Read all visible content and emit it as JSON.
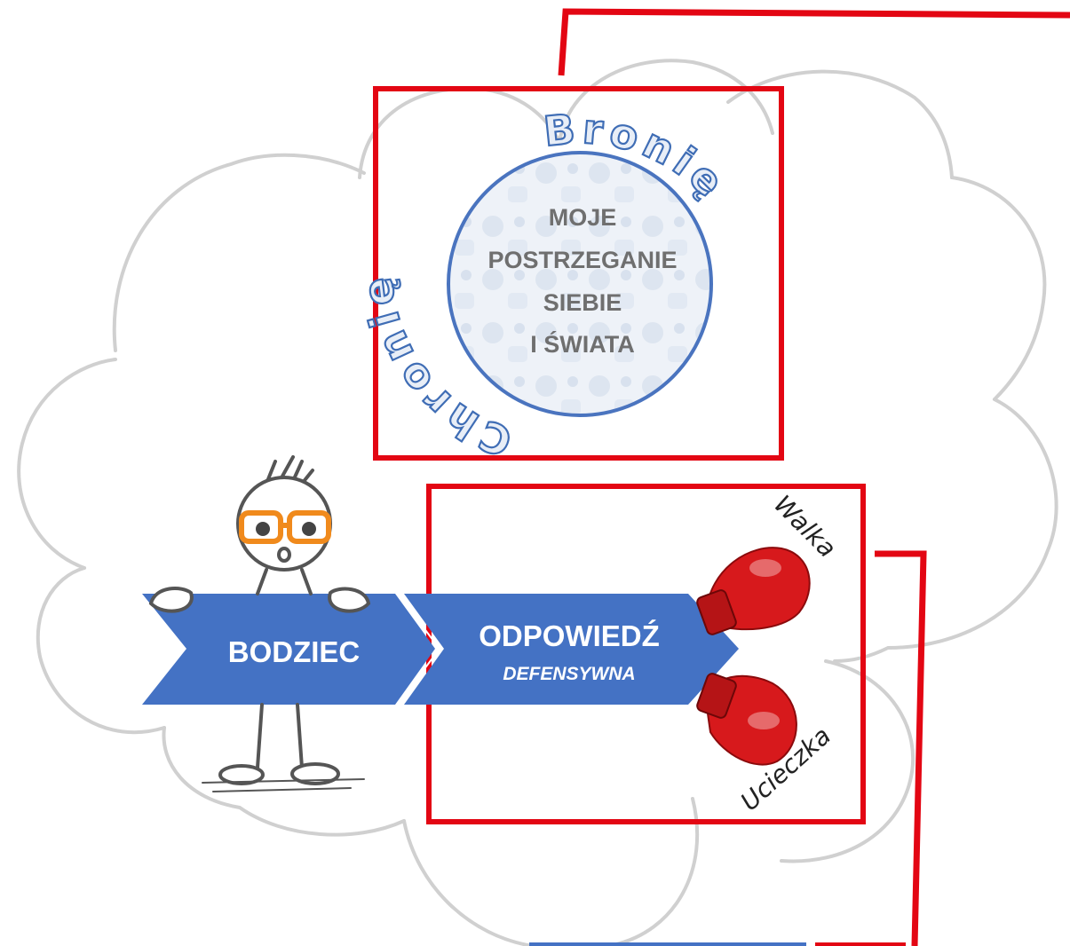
{
  "circle": {
    "center_lines": [
      "MOJE",
      "POSTRZEGANIE",
      "SIEBIE",
      "I ŚWIATA"
    ],
    "arc_right": "Bronię",
    "arc_left": "Chronię"
  },
  "arrow": {
    "stimulus": "BODZIEC",
    "response": "ODPOWIEDŹ",
    "response_sub": "DEFENSYWNA"
  },
  "gloves": {
    "top_label": "Walka",
    "bottom_label": "Ucieczka"
  },
  "colors": {
    "frame_red": "#e30613",
    "arrow_blue": "#4472c4",
    "circle_blue": "#4a74bf",
    "cloud_gray": "#d0d0d0",
    "glove_red": "#d7191c",
    "glasses_orange": "#f08a1c"
  }
}
